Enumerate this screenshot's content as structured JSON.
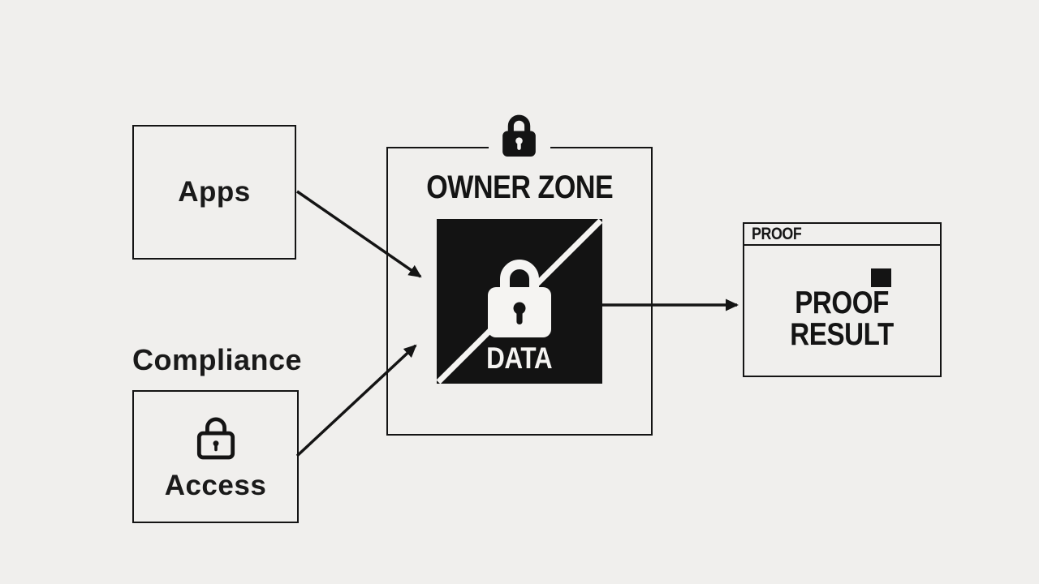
{
  "canvas": {
    "background": "#f0efed",
    "ink": "#141414",
    "paper_white": "#f5f4f2"
  },
  "diagram": {
    "apps": {
      "label": "Apps"
    },
    "compliance": {
      "label": "Compliance"
    },
    "access": {
      "label": "Access",
      "icon": "lock-outline-icon"
    },
    "owner_zone": {
      "title": "OWNER ZONE",
      "icon": "padlock-icon"
    },
    "data_block": {
      "label": "DATA",
      "icon": "padlock-icon",
      "fill": "#131313"
    },
    "proof": {
      "header": "PROOF",
      "result_line1": "PROOF",
      "result_line2": "RESULT",
      "marker_icon": "filled-square-icon"
    }
  },
  "edges": [
    {
      "from": "apps",
      "to": "owner-zone"
    },
    {
      "from": "access",
      "to": "owner-zone"
    },
    {
      "from": "owner-zone",
      "to": "proof"
    }
  ]
}
